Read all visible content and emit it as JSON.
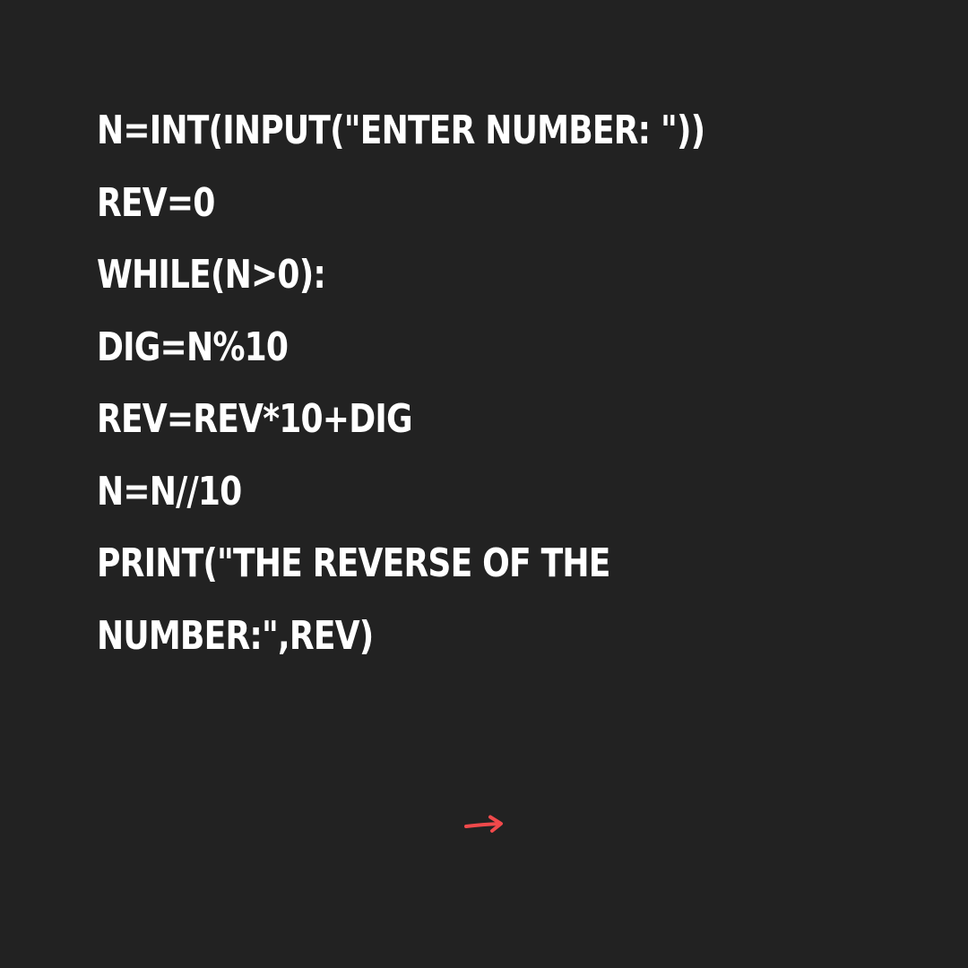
{
  "code": {
    "lines": [
      "n=int(input(\"Enter number: \"))",
      "rev=0",
      "while(n>0):",
      "dig=n%10",
      "rev=rev*10+dig",
      "n=n//10",
      "print(\"The reverse of the",
      "number:\",rev)"
    ]
  },
  "next_arrow": {
    "icon": "arrow-right-icon",
    "color": "#f0494b"
  }
}
